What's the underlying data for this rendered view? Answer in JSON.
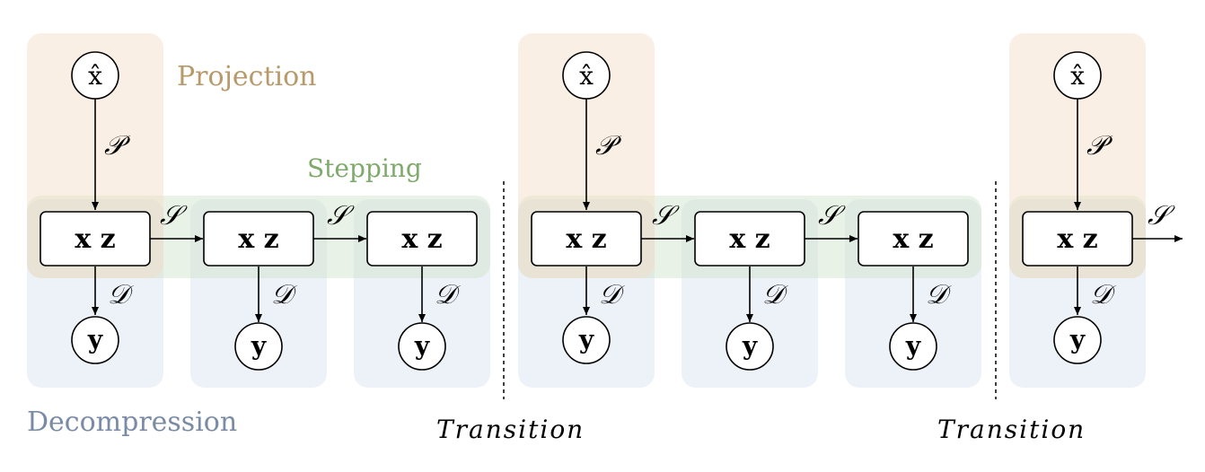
{
  "labels": {
    "projection": "Projection",
    "stepping": "Stepping",
    "decompression": "Decompression",
    "transition_1": "Transition",
    "transition_2": "Transition"
  },
  "colors": {
    "projection": "#f3dcc3",
    "stepping": "#cfe3c9",
    "decompression": "#d6e0ef",
    "projection_text": "#b89a6a",
    "stepping_text": "#7faa6c",
    "decompression_text": "#7a8ba6",
    "stroke": "#000000"
  },
  "symbols": {
    "state": "x z",
    "observation": "y",
    "input": "x̂",
    "projection_op": "𝒫",
    "stepping_op": "𝒮",
    "decompression_op": "𝒟"
  }
}
